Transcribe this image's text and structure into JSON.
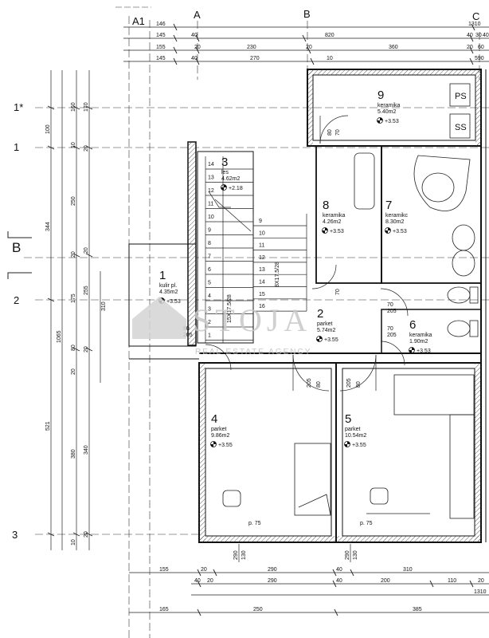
{
  "axes": {
    "columns": [
      "A1",
      "A",
      "B",
      "C"
    ],
    "rows": [
      "1*",
      "1",
      "B",
      "2",
      "3"
    ]
  },
  "dims_top": {
    "row1": [
      "146",
      "1310"
    ],
    "row2": [
      "145",
      "40",
      "820",
      "40",
      "30",
      "40"
    ],
    "row3": [
      "155",
      "20",
      "230",
      "20",
      "360",
      "20",
      "60"
    ],
    "row4": [
      "145",
      "40",
      "270",
      "10",
      "590"
    ]
  },
  "dims_left": {
    "col1": [
      "100",
      "344",
      "1065",
      "521"
    ],
    "col2": [
      "160",
      "10",
      "250",
      "20",
      "175",
      "80",
      "20",
      "380",
      "10"
    ],
    "col3": [
      "170",
      "20",
      "20",
      "255",
      "20",
      "340",
      "20"
    ],
    "col4": [
      "310"
    ]
  },
  "dims_bottom": {
    "row1": [
      "155",
      "20",
      "290",
      "40",
      "310"
    ],
    "row2": [
      "40",
      "20",
      "290",
      "40",
      "200",
      "110",
      "20"
    ],
    "row3": [
      "1310"
    ],
    "row4": [
      "165",
      "250",
      "385"
    ],
    "under": [
      "290",
      "130",
      "290",
      "130"
    ]
  },
  "rooms": [
    {
      "no": "1",
      "finish": "kulir pl.",
      "area": "4.35m2",
      "level": "+3.53"
    },
    {
      "no": "2",
      "finish": "parket",
      "area": "5.74m2",
      "level": "+3.55"
    },
    {
      "no": "3",
      "finish": "les",
      "area": "4.62m2",
      "level": "+2.18"
    },
    {
      "no": "4",
      "finish": "parket",
      "area": "9.86m2",
      "level": "+3.55"
    },
    {
      "no": "5",
      "finish": "parket",
      "area": "10.54m2",
      "level": "+3.55"
    },
    {
      "no": "6",
      "finish": "keramika",
      "area": "1.90m2",
      "level": "+3.53"
    },
    {
      "no": "7",
      "finish": "keramikc",
      "area": "8.30m2",
      "level": "+3.53"
    },
    {
      "no": "8",
      "finish": "keramika",
      "area": "4.26m2",
      "level": "+3.53"
    },
    {
      "no": "9",
      "finish": "keramika",
      "area": "5.40m2",
      "level": "+3.53"
    }
  ],
  "stairs": {
    "steps_left": [
      "14",
      "13",
      "12",
      "11",
      "10",
      "9",
      "8",
      "7",
      "6",
      "5",
      "4",
      "3",
      "2",
      "1"
    ],
    "steps_right": [
      "9",
      "10",
      "11",
      "12",
      "13",
      "14",
      "15",
      "16"
    ],
    "label_a": "15X17.5/28",
    "label_b": "8X17.5/28"
  },
  "tags": {
    "ps": "PS",
    "ss": "SS"
  },
  "openings": {
    "d80_205": [
      "80",
      "205"
    ],
    "d70_205": [
      "70",
      "205"
    ],
    "d205_80": [
      "205",
      "80"
    ],
    "d80_70": [
      "80",
      "70"
    ],
    "window": "p. 75"
  },
  "watermark": {
    "name": "STOJA",
    "sub": "REAL ESTATE AGENCY"
  }
}
